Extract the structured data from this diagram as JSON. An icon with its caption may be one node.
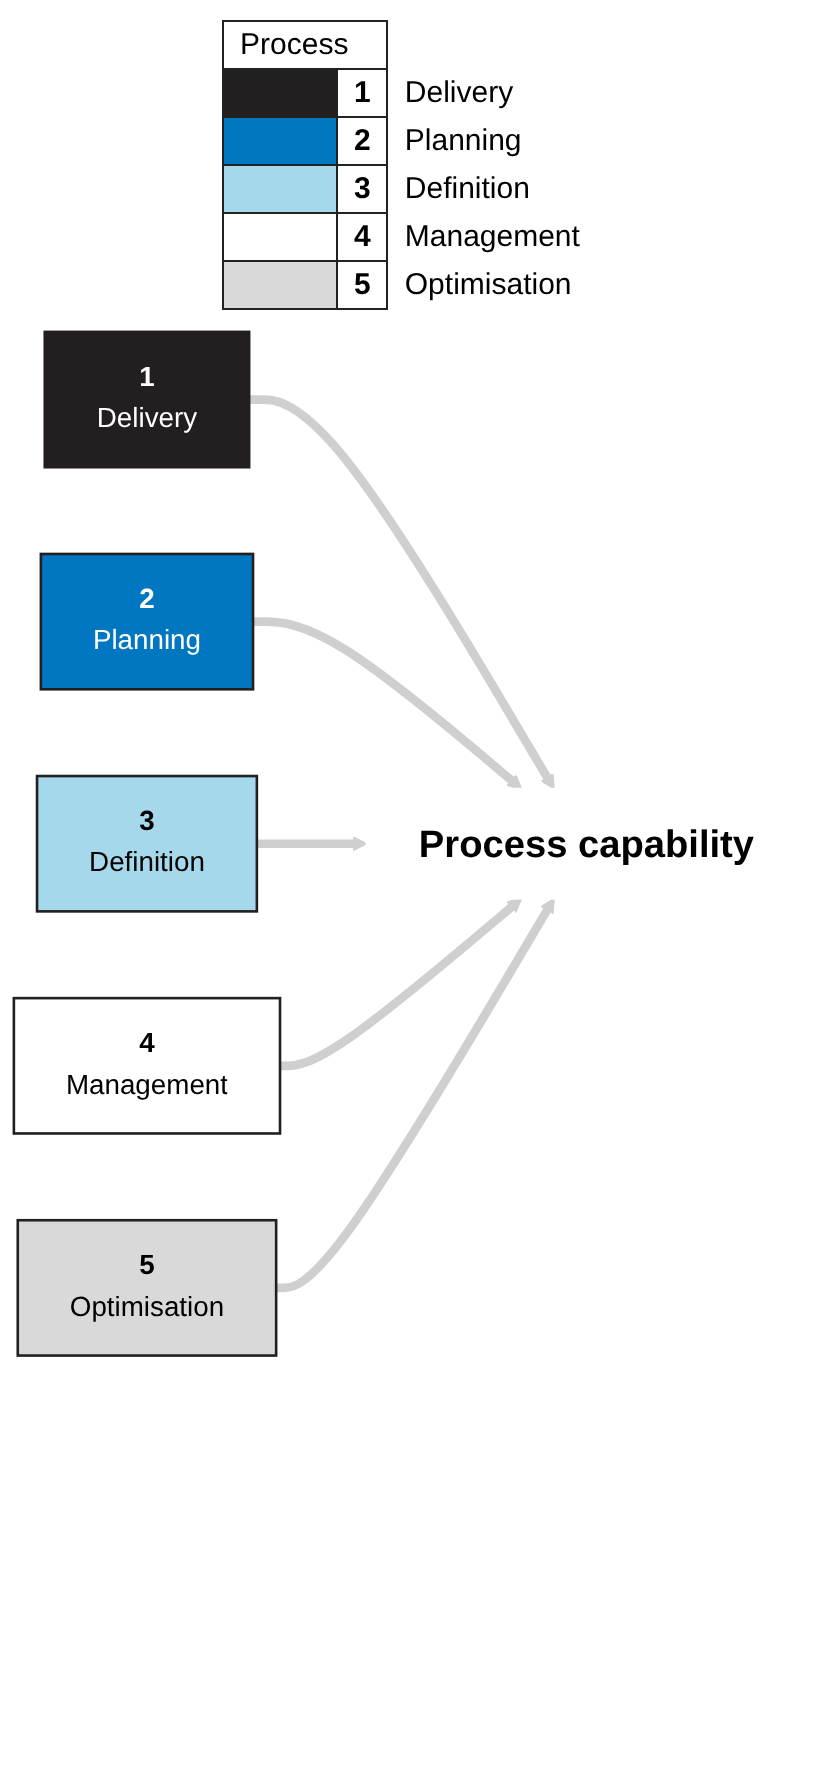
{
  "diagram": {
    "nodes": [
      {
        "text": [
          "1",
          "Delivery"
        ]
      },
      {
        "text": [
          "2",
          "Planning"
        ]
      },
      {
        "text": [
          "3",
          "Definition"
        ]
      },
      {
        "text": [
          "4",
          "Management"
        ]
      },
      {
        "text": [
          "5",
          "Optimisation"
        ]
      },
      {
        "text": [
          "Process capability"
        ]
      }
    ],
    "edges": [
      {
        "from": 0,
        "to": 5,
        "arrow": "to"
      },
      {
        "from": 1,
        "to": 5,
        "arrow": "to"
      },
      {
        "from": 2,
        "to": 5,
        "arrow": "to"
      },
      {
        "from": 3,
        "to": 5,
        "arrow": "to"
      },
      {
        "from": 4,
        "to": 5,
        "arrow": "to"
      }
    ],
    "labels": [
      "Process",
      "1",
      "2",
      "3",
      "4",
      "5"
    ],
    "legend": [
      {
        "text": "Delivery",
        "color": "#231f20"
      },
      {
        "text": "Planning",
        "color": "#0077c0"
      },
      {
        "text": "Definition",
        "color": "#a6d8ec"
      },
      {
        "text": "Management",
        "color": "#ffffff"
      },
      {
        "text": "Optimisation",
        "color": "#d9d9d9"
      }
    ]
  }
}
